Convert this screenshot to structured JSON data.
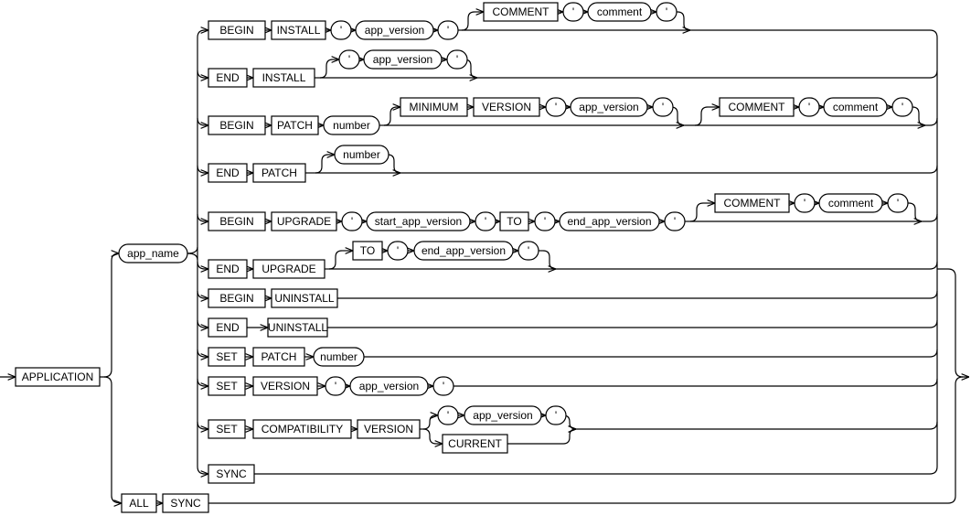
{
  "start": {
    "label": "APPLICATION",
    "kind": "k"
  },
  "app_name": {
    "label": "app_name",
    "kind": "v"
  },
  "all_sync": [
    {
      "label": "ALL",
      "kind": "k"
    },
    {
      "label": "SYNC",
      "kind": "k"
    }
  ],
  "rows": [
    {
      "main": [
        {
          "label": "BEGIN",
          "kind": "k"
        },
        {
          "label": "INSTALL",
          "kind": "k"
        },
        {
          "label": "'",
          "kind": "v"
        },
        {
          "label": "app_version",
          "kind": "v"
        },
        {
          "label": "'",
          "kind": "v"
        }
      ],
      "opts": [
        [
          {
            "label": "COMMENT",
            "kind": "k"
          },
          {
            "label": "'",
            "kind": "v"
          },
          {
            "label": "comment",
            "kind": "v"
          },
          {
            "label": "'",
            "kind": "v"
          }
        ]
      ]
    },
    {
      "main": [
        {
          "label": "END",
          "kind": "k"
        },
        {
          "label": "INSTALL",
          "kind": "k"
        }
      ],
      "opts": [
        [
          {
            "label": "'",
            "kind": "v"
          },
          {
            "label": "app_version",
            "kind": "v"
          },
          {
            "label": "'",
            "kind": "v"
          }
        ]
      ]
    },
    {
      "main": [
        {
          "label": "BEGIN",
          "kind": "k"
        },
        {
          "label": "PATCH",
          "kind": "k"
        },
        {
          "label": "number",
          "kind": "v"
        }
      ],
      "opts": [
        [
          {
            "label": "MINIMUM",
            "kind": "k"
          },
          {
            "label": "VERSION",
            "kind": "k"
          },
          {
            "label": "'",
            "kind": "v"
          },
          {
            "label": "app_version",
            "kind": "v"
          },
          {
            "label": "'",
            "kind": "v"
          }
        ],
        [
          {
            "label": "COMMENT",
            "kind": "k"
          },
          {
            "label": "'",
            "kind": "v"
          },
          {
            "label": "comment",
            "kind": "v"
          },
          {
            "label": "'",
            "kind": "v"
          }
        ]
      ]
    },
    {
      "main": [
        {
          "label": "END",
          "kind": "k"
        },
        {
          "label": "PATCH",
          "kind": "k"
        }
      ],
      "opts": [
        [
          {
            "label": "number",
            "kind": "v"
          }
        ]
      ]
    },
    {
      "main": [
        {
          "label": "BEGIN",
          "kind": "k"
        },
        {
          "label": "UPGRADE",
          "kind": "k"
        },
        {
          "label": "'",
          "kind": "v"
        },
        {
          "label": "start_app_version",
          "kind": "v"
        },
        {
          "label": "'",
          "kind": "v"
        },
        {
          "label": "TO",
          "kind": "k"
        },
        {
          "label": "'",
          "kind": "v"
        },
        {
          "label": "end_app_version",
          "kind": "v"
        },
        {
          "label": "'",
          "kind": "v"
        }
      ],
      "opts": [
        [
          {
            "label": "COMMENT",
            "kind": "k"
          },
          {
            "label": "'",
            "kind": "v"
          },
          {
            "label": "comment",
            "kind": "v"
          },
          {
            "label": "'",
            "kind": "v"
          }
        ]
      ]
    },
    {
      "main": [
        {
          "label": "END",
          "kind": "k"
        },
        {
          "label": "UPGRADE",
          "kind": "k"
        }
      ],
      "opts": [
        [
          {
            "label": "TO",
            "kind": "k"
          },
          {
            "label": "'",
            "kind": "v"
          },
          {
            "label": "end_app_version",
            "kind": "v"
          },
          {
            "label": "'",
            "kind": "v"
          }
        ]
      ]
    },
    {
      "main": [
        {
          "label": "BEGIN",
          "kind": "k"
        },
        {
          "label": "UNINSTALL",
          "kind": "k"
        }
      ],
      "opts": []
    },
    {
      "main": [
        {
          "label": "END",
          "kind": "k"
        },
        {
          "label": "UNINSTALL",
          "kind": "k"
        }
      ],
      "opts": []
    },
    {
      "main": [
        {
          "label": "SET",
          "kind": "k"
        },
        {
          "label": "PATCH",
          "kind": "k"
        },
        {
          "label": "number",
          "kind": "v"
        }
      ],
      "opts": []
    },
    {
      "main": [
        {
          "label": "SET",
          "kind": "k"
        },
        {
          "label": "VERSION",
          "kind": "k"
        },
        {
          "label": "'",
          "kind": "v"
        },
        {
          "label": "app_version",
          "kind": "v"
        },
        {
          "label": "'",
          "kind": "v"
        }
      ],
      "opts": []
    },
    {
      "main": [
        {
          "label": "SET",
          "kind": "k"
        },
        {
          "label": "COMPATIBILITY",
          "kind": "k"
        },
        {
          "label": "VERSION",
          "kind": "k"
        }
      ],
      "opts": [],
      "choice": [
        [
          {
            "label": "'",
            "kind": "v"
          },
          {
            "label": "app_version",
            "kind": "v"
          },
          {
            "label": "'",
            "kind": "v"
          }
        ],
        [
          {
            "label": "CURRENT",
            "kind": "k"
          }
        ]
      ]
    },
    {
      "main": [
        {
          "label": "SYNC",
          "kind": "k"
        }
      ],
      "opts": []
    }
  ]
}
